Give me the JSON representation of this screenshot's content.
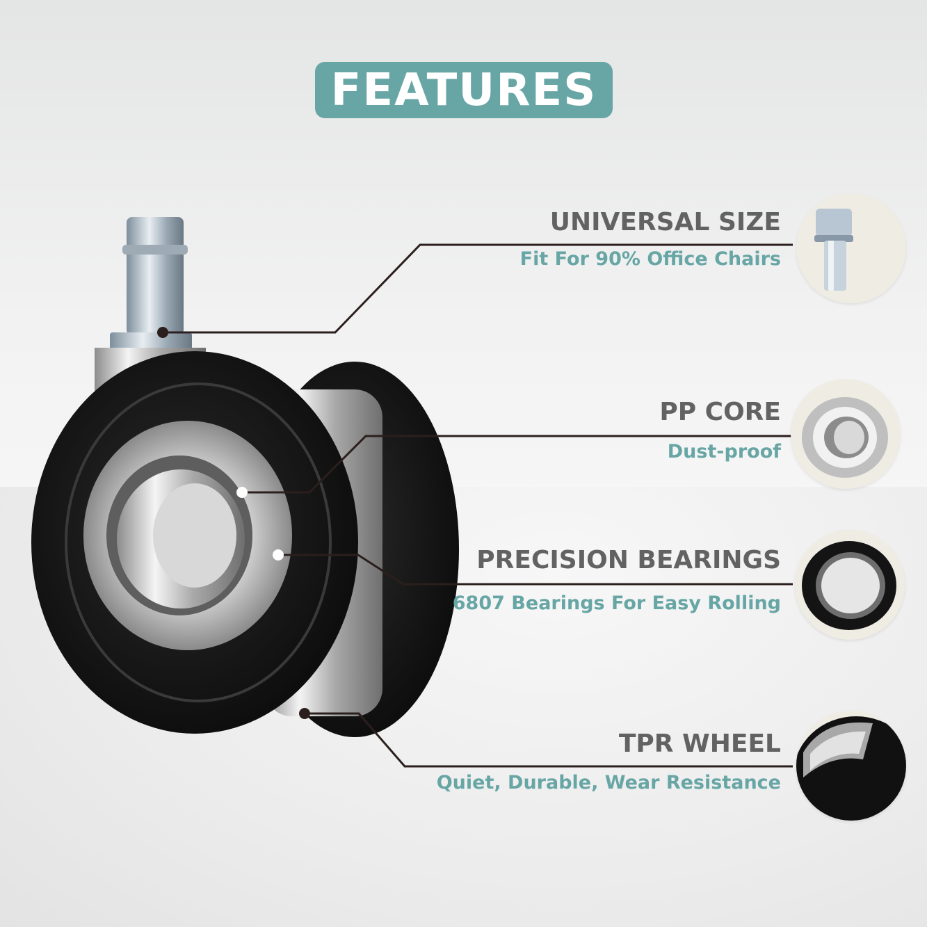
{
  "header": {
    "title": "FEATURES"
  },
  "features": [
    {
      "title": "UNIVERSAL SIZE",
      "subtitle": "Fit For 90% Office Chairs",
      "icon": "stem-pin-icon"
    },
    {
      "title": "PP CORE",
      "subtitle": "Dust-proof",
      "icon": "chrome-core-icon"
    },
    {
      "title": "PRECISION BEARINGS",
      "subtitle": "6807 Bearings For Easy Rolling",
      "icon": "bearing-ring-icon"
    },
    {
      "title": "TPR WHEEL",
      "subtitle": "Quiet, Durable, Wear Resistance",
      "icon": "tpr-wheel-icon"
    }
  ],
  "colors": {
    "accent": "#67a6a5",
    "title_text": "#626262",
    "thumb_bg": "#efece4",
    "line": "#2b1f1d"
  }
}
